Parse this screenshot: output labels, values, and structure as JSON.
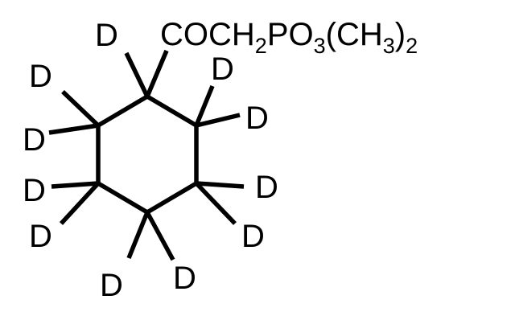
{
  "substituent": {
    "main": "COCH",
    "sub1": "2",
    "mid": "PO",
    "sub2": "3",
    "paren": "(CH",
    "sub3": "3",
    "close": ")",
    "sub4": "2"
  },
  "deuterium": {
    "d1": "D",
    "d2": "D",
    "d3": "D",
    "d4": "D",
    "d5": "D",
    "d6": "D",
    "d7": "D",
    "d8": "D",
    "d9": "D",
    "d10": "D",
    "d11": "D"
  }
}
